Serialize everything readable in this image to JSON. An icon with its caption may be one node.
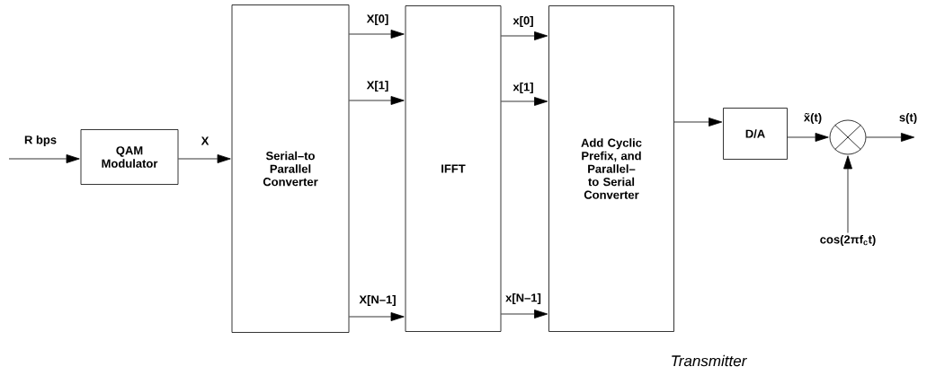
{
  "diagram": {
    "caption": "Transmitter",
    "nodes": [
      {
        "text": [
          "QAM Modulator"
        ]
      },
      {
        "text": [
          "Serial–to Parallel Converter"
        ]
      },
      {
        "text": [
          "IFFT"
        ]
      },
      {
        "text": [
          "Add Cyclic Prefix, and Parallel–to Serial Converter"
        ]
      },
      {
        "text": [
          "D/A"
        ]
      },
      {
        "text": [],
        "shape": "circle"
      },
      {
        "text": [
          "cos(2πf$_{c}$t)"
        ]
      }
    ],
    "edges": [
      {
        "from": null,
        "to": 0,
        "arrow": "to",
        "label": "R bps"
      },
      {
        "from": 0,
        "to": 1,
        "arrow": "to",
        "label": "X"
      },
      {
        "from": 1,
        "to": 2,
        "arrow": "to",
        "label": "X[0]"
      },
      {
        "from": 1,
        "to": 2,
        "arrow": "to",
        "label": "X[1]"
      },
      {
        "from": 1,
        "to": 2,
        "arrow": "to",
        "label": "X[N–1]"
      },
      {
        "from": 2,
        "to": 3,
        "arrow": "to",
        "label": "x[0]"
      },
      {
        "from": 2,
        "to": 3,
        "arrow": "to",
        "label": "x[1]"
      },
      {
        "from": 2,
        "to": 3,
        "arrow": "to",
        "label": "x[N–1]"
      },
      {
        "from": 3,
        "to": 4,
        "arrow": "to"
      },
      {
        "from": 4,
        "to": 5,
        "arrow": "to",
        "label": "x̃(t)"
      },
      {
        "from": 5,
        "to": null,
        "arrow": "to",
        "label": "s(t)"
      },
      {
        "from": 6,
        "to": 5,
        "arrow": "to"
      }
    ]
  }
}
